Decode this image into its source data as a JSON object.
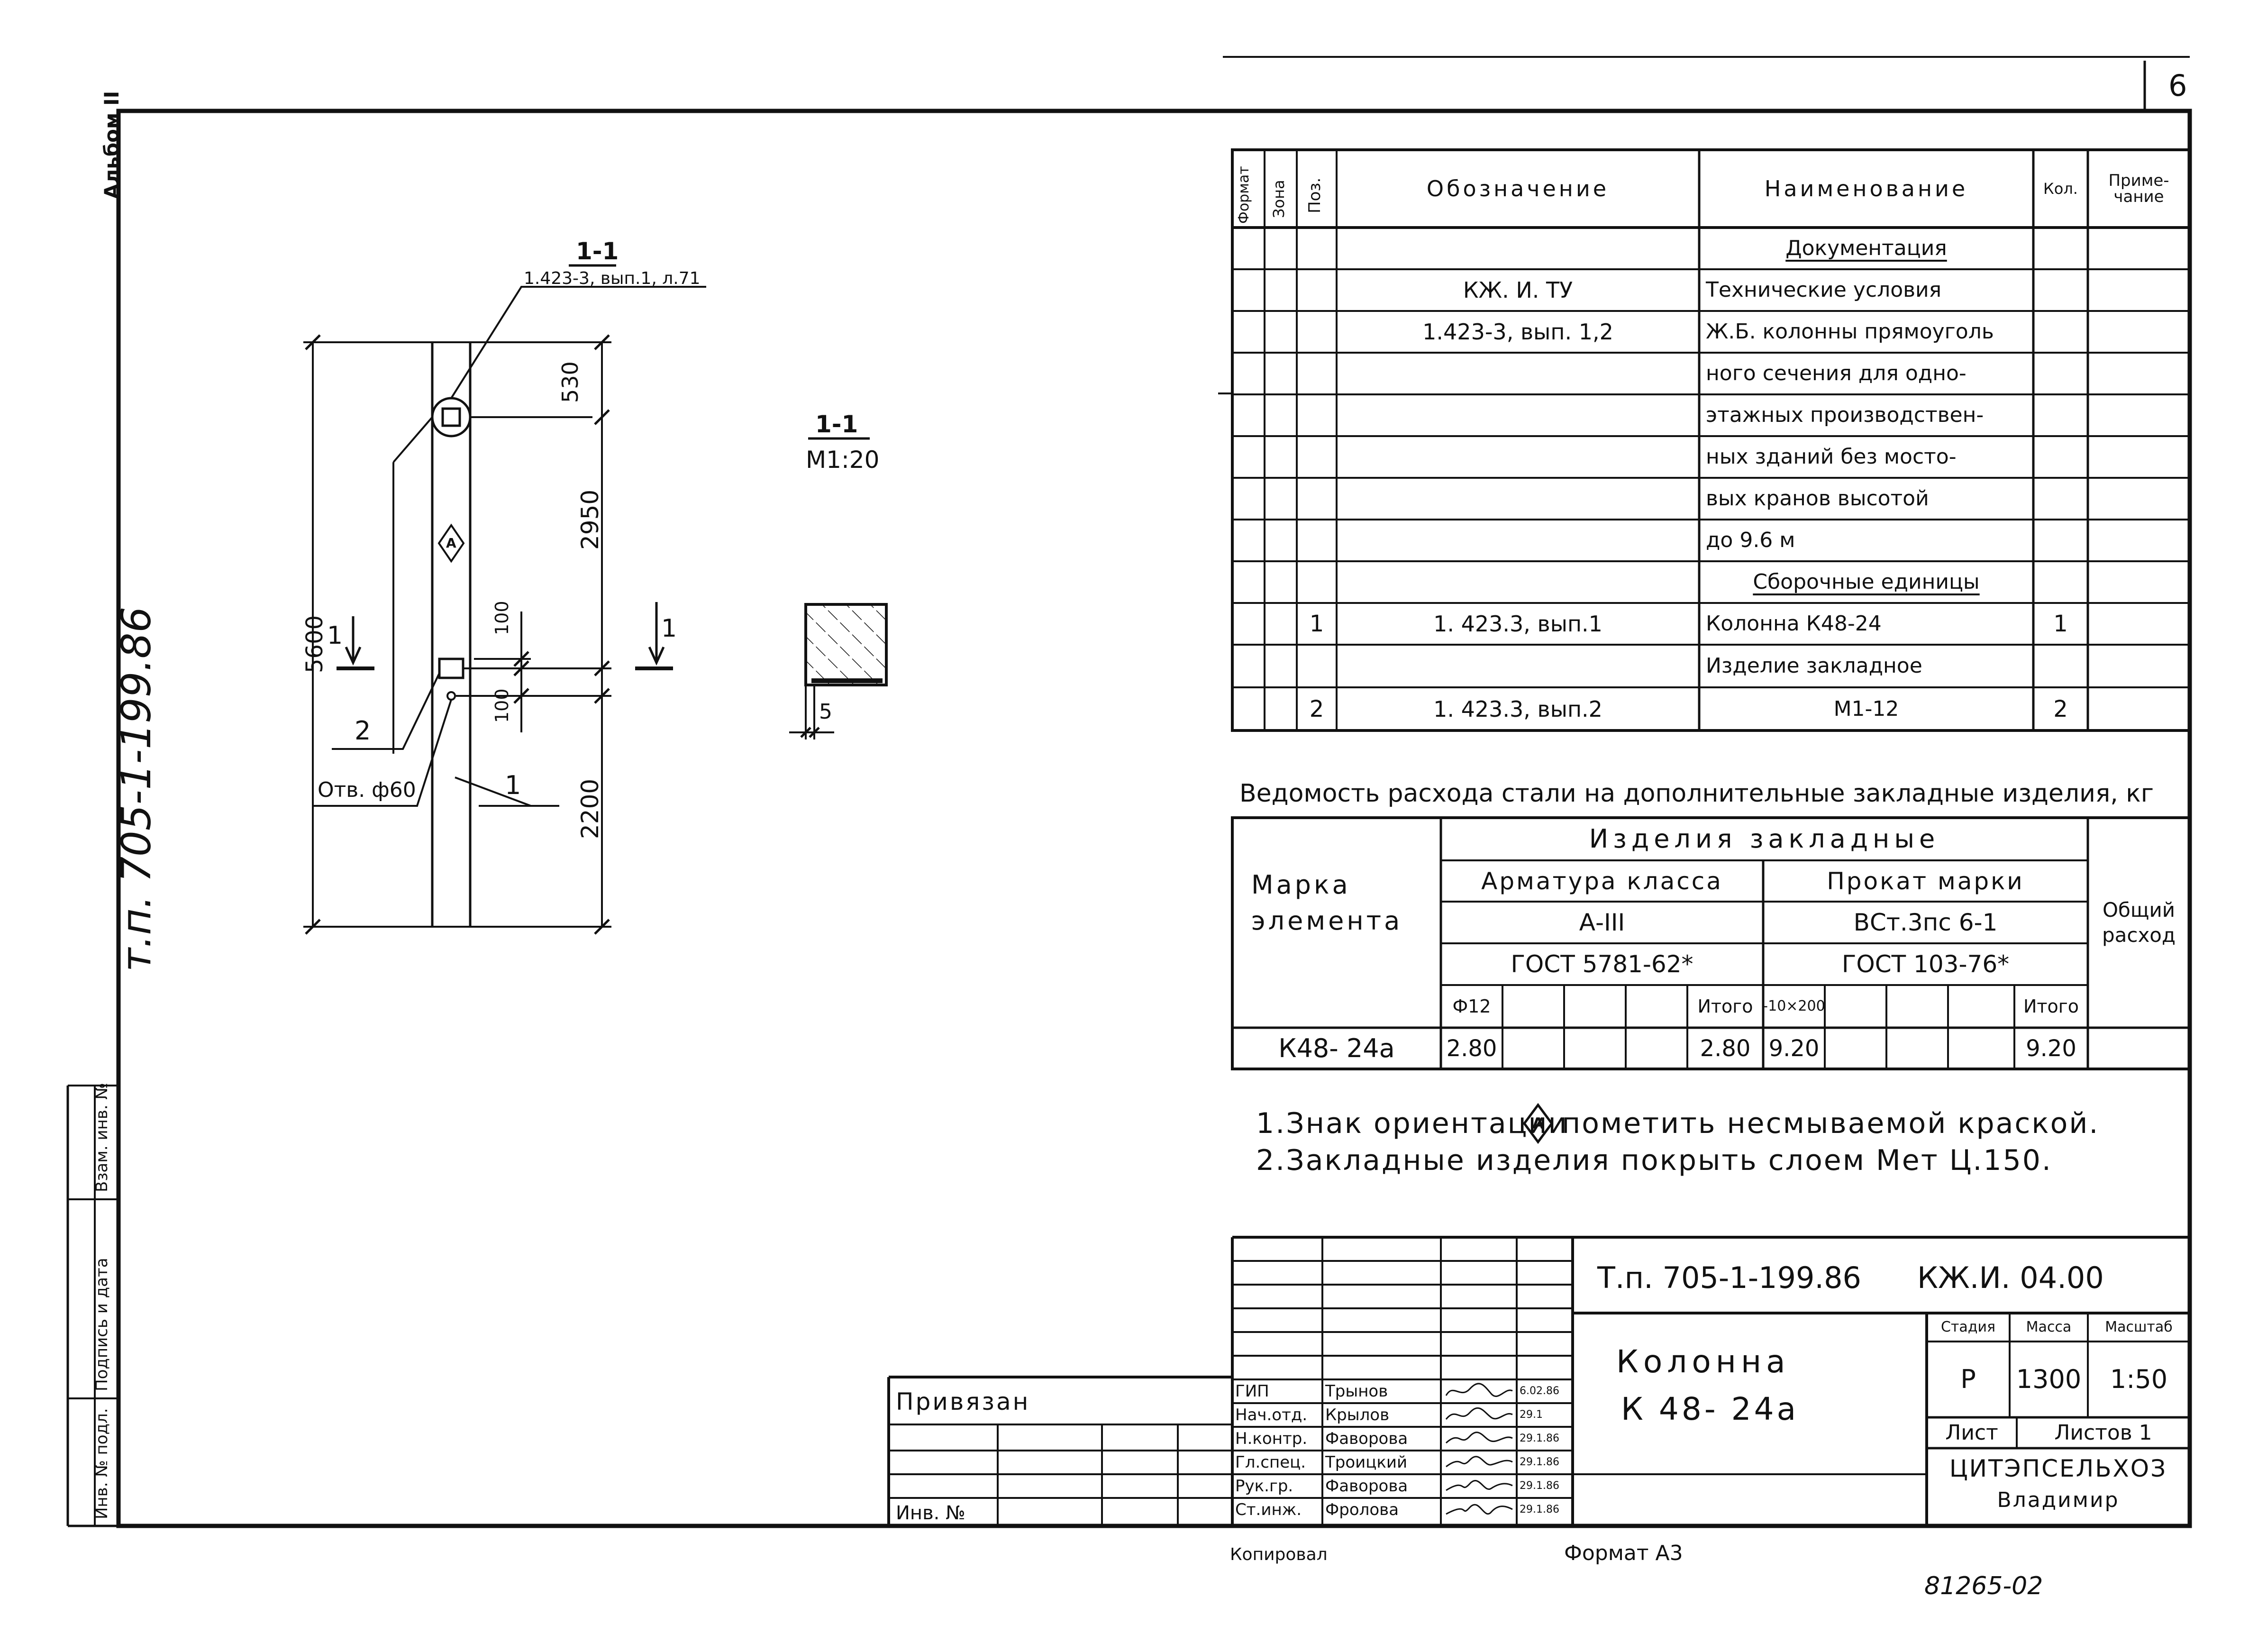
{
  "page_number": "6",
  "album_label": "Альбом II",
  "vertical_code": "т.п. 705-1-199.86",
  "side_stamp": [
    "Инв. № подл.",
    "Подпись и дата",
    "Взам. инв. №"
  ],
  "column_drawing": {
    "section_ref_title": "1-1",
    "section_ref_sub": "1.423-3, вып.1, л.71",
    "dim_total": "5600",
    "dim_upper": "530",
    "dim_mid": "2950",
    "dim_small_1": "100",
    "dim_small_2": "100",
    "dim_lower": "2200",
    "cut_left": "1",
    "cut_right": "1",
    "label_2": "2",
    "label_1": "1",
    "hole_label": "Отв. ф60",
    "orientation_mark": "A"
  },
  "section_view": {
    "title": "1-1",
    "scale": "М1:20",
    "dim": "5"
  },
  "spec_table": {
    "headers": {
      "format": "Формат",
      "zone": "Зона",
      "pos": "Поз.",
      "designation": "Обозначение",
      "name": "Наименование",
      "qty": "Кол.",
      "note": "Приме-чание"
    },
    "rows": [
      {
        "pos": "",
        "designation": "",
        "name": "Документация",
        "qty": "",
        "underline": true
      },
      {
        "pos": "",
        "designation": "КЖ. И. ТУ",
        "name": "Технические условия",
        "qty": ""
      },
      {
        "pos": "",
        "designation": "1.423-3, вып. 1,2",
        "name": "Ж.Б. колонны прямоуголь",
        "qty": ""
      },
      {
        "pos": "",
        "designation": "",
        "name": "ного сечения для одно-",
        "qty": ""
      },
      {
        "pos": "",
        "designation": "",
        "name": "этажных производствен-",
        "qty": ""
      },
      {
        "pos": "",
        "designation": "",
        "name": "ных зданий без мосто-",
        "qty": ""
      },
      {
        "pos": "",
        "designation": "",
        "name": "вых кранов высотой",
        "qty": ""
      },
      {
        "pos": "",
        "designation": "",
        "name": "до  9.6 м",
        "qty": ""
      },
      {
        "pos": "",
        "designation": "",
        "name": "Сборочные единицы",
        "qty": "",
        "underline": true
      },
      {
        "pos": "1",
        "designation": "1. 423.3, вып.1",
        "name": "Колонна  К48-24",
        "qty": "1"
      },
      {
        "pos": "",
        "designation": "",
        "name": "Изделие  закладное",
        "qty": ""
      },
      {
        "pos": "2",
        "designation": "1. 423.3, вып.2",
        "name": "М1-12",
        "qty": "2",
        "center": true
      }
    ]
  },
  "steel_table": {
    "title": "Ведомость расхода стали на дополнительные закладные изделия, кг",
    "mark_header": "Марка элемента",
    "group_header": "Изделия закладные",
    "rebar_header": "Арматура класса",
    "rebar_class": "А-III",
    "rebar_gost": "ГОСТ 5781-62*",
    "rolled_header": "Прокат марки",
    "rolled_grade": "ВСт.3пс 6-1",
    "rolled_gost": "ГОСТ  103-76*",
    "total_header": "Общий расход",
    "sub_rebar": [
      "Ф12",
      "",
      "",
      "",
      "Итого"
    ],
    "sub_rolled": [
      "-10×200",
      "",
      "",
      "",
      "Итого"
    ],
    "row": {
      "mark": "К48- 24а",
      "rebar": [
        "2.80",
        "",
        "",
        "",
        "2.80"
      ],
      "rolled": [
        "9.20",
        "",
        "",
        "",
        "9.20"
      ],
      "total": ""
    }
  },
  "notes": [
    "1.Знак ориентации",
    "пометить несмываемой краской.",
    "2.Закладные изделия покрыть слоем  Мет Ц.150."
  ],
  "title_block": {
    "project_code": "Т.п. 705-1-199.86",
    "doc_code": "КЖ.И. 04.00",
    "name_line1": "Колонна",
    "name_line2": "К 48- 24а",
    "stage_header": "Стадия",
    "mass_header": "Масса",
    "scale_header": "Масштаб",
    "stage": "Р",
    "mass": "1300",
    "scale": "1:50",
    "sheet_label": "Лист",
    "sheets_label": "Листов 1",
    "org_line1": "ЦИТЭПСЕЛЬХОЗ",
    "org_line2": "Владимир",
    "bound_label": "Привязан",
    "inv_label": "Инв. №",
    "signers": [
      {
        "role": "ГИП",
        "name": "Трынов",
        "date": "6.02.86"
      },
      {
        "role": "Нач.отд.",
        "name": "Крылов",
        "date": "29.1"
      },
      {
        "role": "Н.контр.",
        "name": "Фаворова",
        "date": "29.1.86"
      },
      {
        "role": "Гл.спец.",
        "name": "Троицкий",
        "date": "29.1.86"
      },
      {
        "role": "Рук.гр.",
        "name": "Фаворова",
        "date": "29.1.86"
      },
      {
        "role": "Ст.инж.",
        "name": "Фролова",
        "date": "29.1.86"
      }
    ]
  },
  "footer": {
    "copied": "Копировал",
    "format": "Формат А3",
    "archive_no": "81265-02"
  }
}
